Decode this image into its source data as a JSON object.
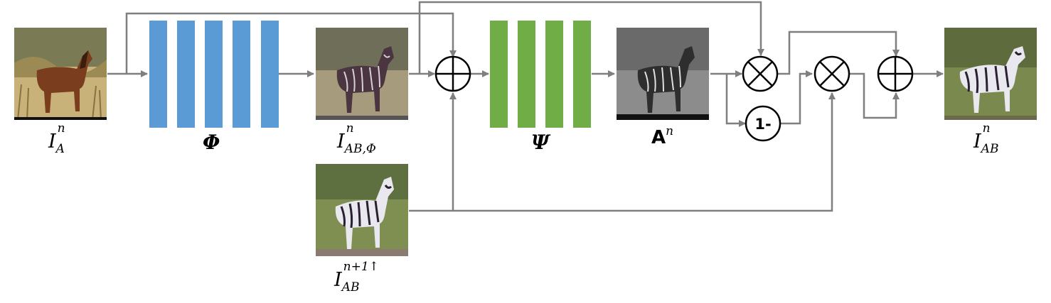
{
  "network_labels": {
    "phi": "Φ",
    "psi": "Ψ"
  },
  "images": {
    "input": {
      "base": "I",
      "sup": "n",
      "sub": "A"
    },
    "phi_output": {
      "base": "I",
      "sup": "n",
      "sub": "AB,Φ"
    },
    "upsampled_prev": {
      "base": "I",
      "sup": "n+1↑",
      "sub": "AB"
    },
    "attention": {
      "base": "A",
      "sup": "n"
    },
    "final_output": {
      "base": "I",
      "sup": "n",
      "sub": "AB"
    }
  },
  "operators": {
    "one_minus": "1-"
  },
  "colors": {
    "phi_blocks": "#5b9bd5",
    "psi_blocks": "#70ad47",
    "arrows": "#7f7f7f"
  }
}
